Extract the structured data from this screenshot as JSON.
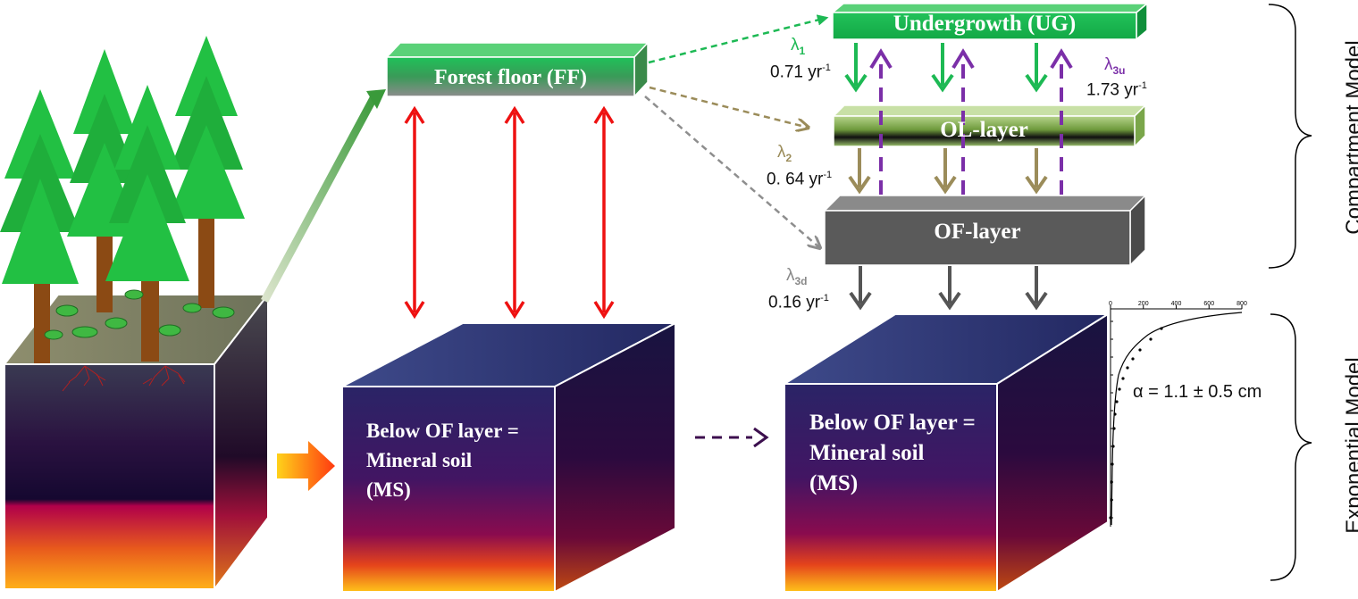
{
  "compartments": {
    "undergrowth": "Undergrowth (UG)",
    "forest_floor": "Forest floor (FF)",
    "ol_layer": "OL-layer",
    "of_layer": "OF-layer"
  },
  "mineral_soil": {
    "line1": "Below OF layer =",
    "line2": "Mineral soil",
    "line3": "(MS)"
  },
  "rates": {
    "lambda1": {
      "symbol": "λ",
      "sub": "1",
      "value": "0.71 yr",
      "exp": "-1"
    },
    "lambda2": {
      "symbol": "λ",
      "sub": "2",
      "value": "0. 64 yr",
      "exp": "-1"
    },
    "lambda3u": {
      "symbol": "λ",
      "sub": "3u",
      "value": "1.73 yr",
      "exp": "-1"
    },
    "lambda3d": {
      "symbol": "λ",
      "sub": "3d",
      "value": "0.16 yr",
      "exp": "-1"
    }
  },
  "alpha_label": "α = 1.1 ± 0.5 cm",
  "side_labels": {
    "compartment": "Compartment Model",
    "exponential": "Exponential Model"
  },
  "inset_plot": {
    "x_ticks": [
      "0",
      "200",
      "400",
      "600",
      "800"
    ]
  },
  "colors": {
    "green": "#1db954",
    "red": "#ee1111",
    "olive": "#9b8c5a",
    "purple": "#7b2fa8",
    "gray": "#555555",
    "dark_purple": "#3c0f4e"
  }
}
